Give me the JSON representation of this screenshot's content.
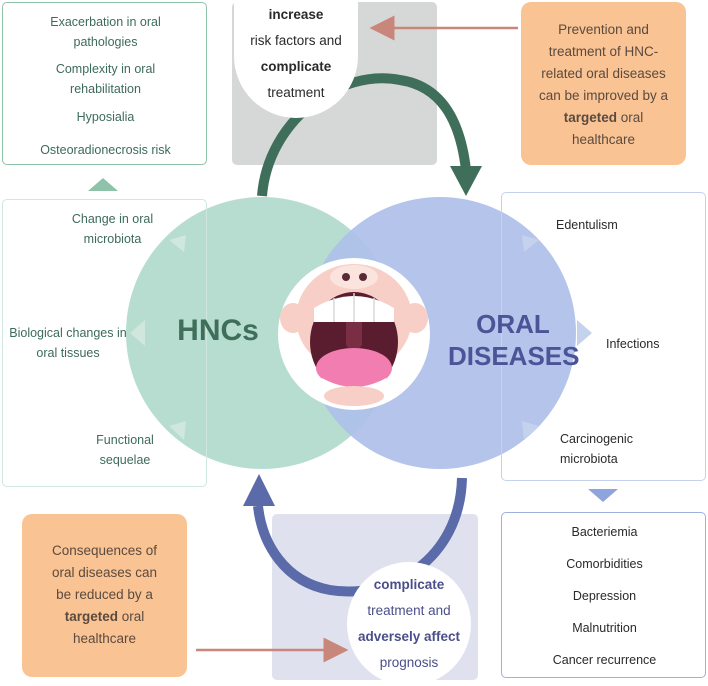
{
  "top_left_box": {
    "items": [
      "Exacerbation in oral pathologies",
      "Complexity in oral rehabilitation",
      "Hyposialia",
      "Osteoradionecrosis risk"
    ]
  },
  "top_circle": {
    "line1": "increase",
    "line2": "risk factors and",
    "line3": "complicate",
    "line4": "treatment"
  },
  "top_right_box": {
    "line1": "Prevention and",
    "line2": "treatment of HNC-",
    "line3": "related oral diseases",
    "line4": "can be improved by a",
    "bold": "targeted",
    "line5_rest": " oral",
    "line6": "healthcare"
  },
  "left_box": {
    "item1": "Change in oral microbiota",
    "item2": "Biological changes in oral tissues",
    "item3": "Functional sequelae"
  },
  "center": {
    "hncs": "HNCs",
    "oral": "ORAL",
    "diseases": "DISEASES"
  },
  "right_box": {
    "item1": "Edentulism",
    "item2": "Infections",
    "item3": "Carcinogenic microbiota"
  },
  "bottom_right_box": {
    "items": [
      "Bacteriemia",
      "Comorbidities",
      "Depression",
      "Malnutrition",
      "Cancer recurrence"
    ]
  },
  "bottom_left_box": {
    "line1": "Consequences of",
    "line2": "oral diseases can",
    "line3": "be reduced by a",
    "bold": "targeted",
    "line4_rest": " oral",
    "line5": "healthcare"
  },
  "bottom_circle": {
    "line1": "complicate",
    "line2": "treatment and",
    "line3": "adversely affect",
    "line4": "prognosis"
  },
  "colors": {
    "hnc_green": "#b7ddd0",
    "oral_blue": "#aebfe8",
    "dark_green": "#3f6e5b",
    "dark_blue": "#5b6aa8",
    "orange": "#f9c394",
    "arrow_pink": "#c9867a"
  }
}
